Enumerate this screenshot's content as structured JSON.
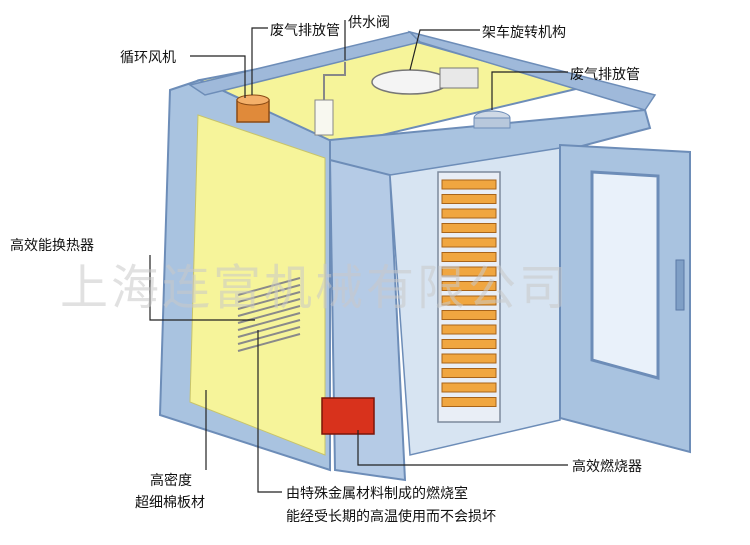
{
  "labels": {
    "exhaust_pipe_top": "废气排放管",
    "water_valve": "供水阀",
    "cart_rotation": "架车旋转机构",
    "circulation_fan": "循环风机",
    "exhaust_pipe_right": "废气排放管",
    "heat_exchanger": "高效能换热器",
    "burner": "高效燃烧器",
    "insulation_line1": "高密度",
    "insulation_line2": "超细棉板材",
    "chamber_line1": "由特殊金属材料制成的燃烧室",
    "chamber_line2": "能经受长期的高温使用而不会损坏"
  },
  "watermark": "上海连富机械有限公司",
  "colors": {
    "frame": "#a9c3e0",
    "frame_dark": "#7f9fc6",
    "inner_wall": "#f6f49a",
    "tray": "#f0a640",
    "burner": "#d8321c",
    "leader": "#222222"
  }
}
